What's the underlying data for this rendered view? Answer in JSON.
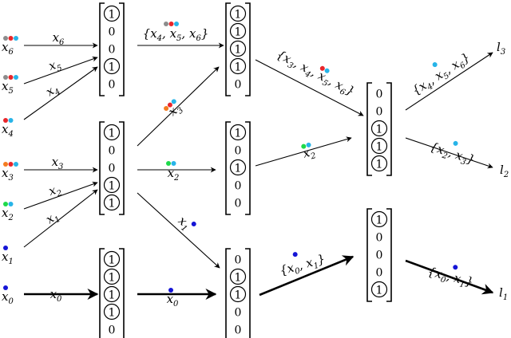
{
  "colors": {
    "gray": "#8c8c8c",
    "red": "#e8262b",
    "cyan": "#27b4e8",
    "orange": "#f47c20",
    "green": "#1ed94a",
    "blue": "#1515d6"
  },
  "inputs": [
    {
      "id": "x6",
      "base": "x",
      "sub": "6",
      "dots": [
        "gray",
        "red",
        "cyan"
      ],
      "edge_label": "x6"
    },
    {
      "id": "x5",
      "base": "x",
      "sub": "5",
      "dots": [
        "gray",
        "red",
        "cyan"
      ],
      "edge_label": "x5"
    },
    {
      "id": "x4",
      "base": "x",
      "sub": "4",
      "dots": [
        "red",
        "cyan"
      ],
      "edge_label": "x4"
    },
    {
      "id": "x3",
      "base": "x",
      "sub": "3",
      "dots": [
        "orange",
        "red",
        "cyan"
      ],
      "edge_label": "x3"
    },
    {
      "id": "x2",
      "base": "x",
      "sub": "2",
      "dots": [
        "green",
        "cyan"
      ],
      "edge_label": "x2"
    },
    {
      "id": "x1",
      "base": "x",
      "sub": "1",
      "dots": [
        "blue"
      ],
      "edge_label": "x1"
    },
    {
      "id": "x0",
      "base": "x",
      "sub": "0",
      "dots": [
        "blue"
      ],
      "edge_label": "x0"
    }
  ],
  "vectors": [
    {
      "id": "v1",
      "values": [
        "1",
        "0",
        "0",
        "1",
        "0"
      ],
      "circled": [
        0,
        3
      ]
    },
    {
      "id": "v2",
      "values": [
        "1",
        "0",
        "0",
        "1",
        "1"
      ],
      "circled": [
        0,
        3,
        4
      ]
    },
    {
      "id": "v3",
      "values": [
        "1",
        "1",
        "1",
        "1",
        "0"
      ],
      "circled": [
        0,
        1,
        2,
        3
      ]
    },
    {
      "id": "v4",
      "values": [
        "1",
        "1",
        "1",
        "1",
        "0"
      ],
      "circled": [
        0,
        1,
        2,
        3
      ]
    },
    {
      "id": "v5",
      "values": [
        "1",
        "0",
        "1",
        "0",
        "0"
      ],
      "circled": [
        0,
        2
      ]
    },
    {
      "id": "v6",
      "values": [
        "0",
        "1",
        "1",
        "0",
        "0"
      ],
      "circled": [
        1,
        2
      ]
    },
    {
      "id": "v7",
      "values": [
        "0",
        "0",
        "1",
        "1",
        "1"
      ],
      "circled": [
        2,
        3,
        4
      ]
    },
    {
      "id": "v8",
      "values": [
        "1",
        "0",
        "0",
        "0",
        "1"
      ],
      "circled": [
        0,
        4
      ]
    }
  ],
  "edge_labels": {
    "v1_v4": "{x4, x5, x6}",
    "v2_v4": "x3",
    "v2_v5": "x2",
    "v2_v6": "x1",
    "v3_v6": "x0",
    "v4_v7": "{x3, x4, x5, x6}",
    "v5_v7": "x2",
    "v6_v8": "{x0, x1}",
    "v7_l3": "{x4, x5, x6}",
    "v7_l2": "{x2, x3}",
    "v8_l1": "{x0, x1}"
  },
  "outputs": [
    {
      "id": "l3",
      "base": "l",
      "sub": "3"
    },
    {
      "id": "l2",
      "base": "l",
      "sub": "2"
    },
    {
      "id": "l1",
      "base": "l",
      "sub": "1"
    }
  ]
}
